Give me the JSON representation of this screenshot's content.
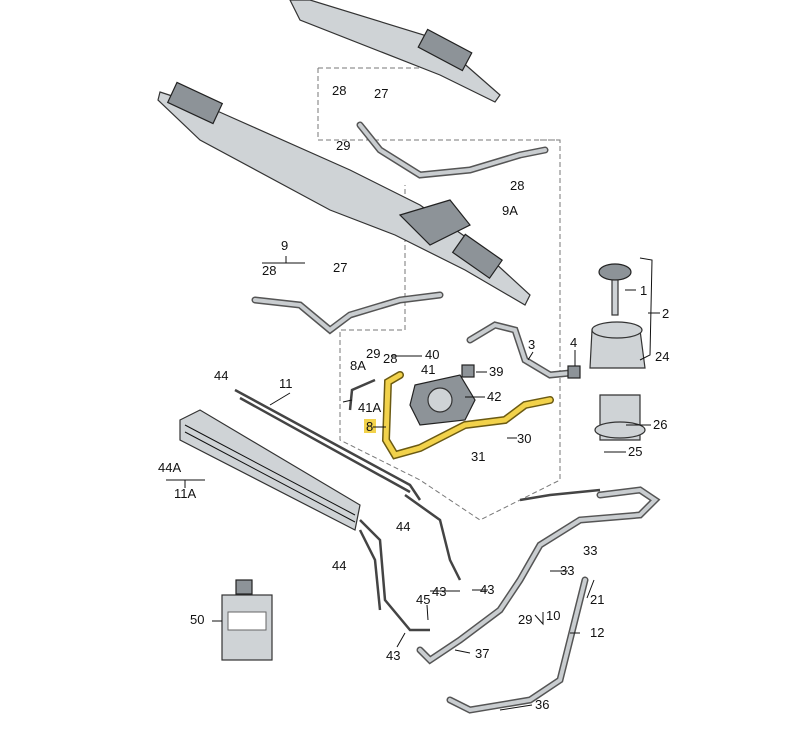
{
  "diagram": {
    "title_hidden": null,
    "highlight_color": "#f2d24b",
    "highlighted_part": "8",
    "callouts": [
      "28",
      "27",
      "29",
      "28",
      "9A",
      "9",
      "28",
      "27",
      "1",
      "2",
      "3",
      "4",
      "8A",
      "29",
      "28",
      "40",
      "41",
      "39",
      "24",
      "44",
      "11",
      "41A",
      "42",
      "8",
      "30",
      "26",
      "31",
      "25",
      "44A",
      "11A",
      "44",
      "44",
      "33",
      "33",
      "21",
      "43",
      "43",
      "45",
      "50",
      "10",
      "29",
      "12",
      "43",
      "37",
      "36"
    ]
  }
}
